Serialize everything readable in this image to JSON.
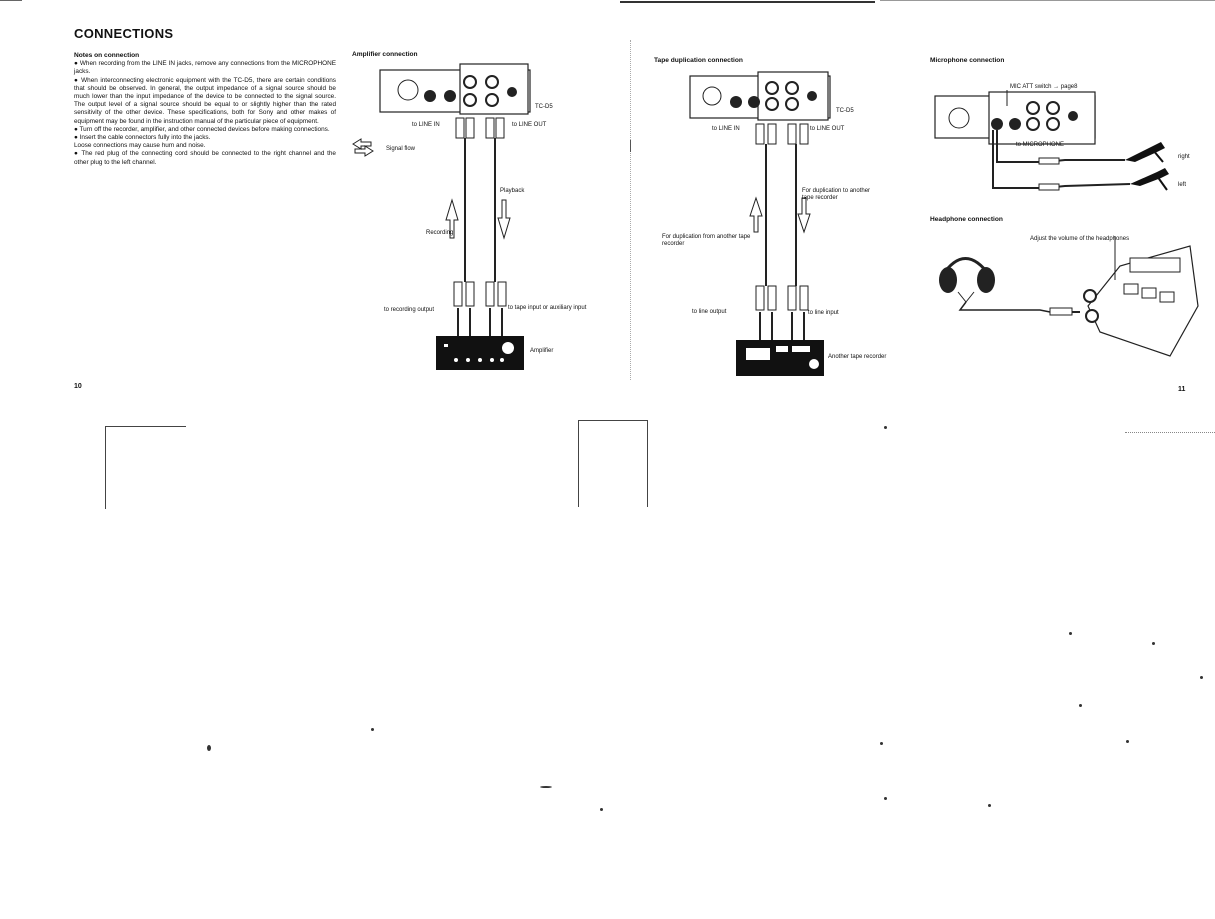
{
  "page_left": {
    "title": "CONNECTIONS",
    "notes_heading": "Notes on connection",
    "notes": [
      "● When recording from the LINE IN jacks, remove any connections from the MICROPHONE jacks.",
      "● When interconnecting electronic equipment with the TC-D5, there are certain conditions that should be observed. In general, the output impedance of a signal source should be much lower than the input impedance of the device to be connected to the signal source. The output level of a signal source should be equal to or slightly higher than the rated sensitivity of the other device. These specifications, both for Sony and other makes of equipment may be found in the instruction manual of the particular piece of equipment.",
      "● Turn off the recorder, amplifier, and other connected devices before making connections.",
      "● Insert the cable connectors fully into the jacks.",
      "Loose connections may cause hum and noise.",
      "● The red plug of the connecting cord should be connected to the right channel and the other plug to the left channel."
    ],
    "page_number": "10",
    "amplifier": {
      "heading": "Amplifier connection",
      "model": "TC-D5",
      "to_line_in": "to LINE IN",
      "to_line_out": "to LINE OUT",
      "signal_flow": "Signal flow",
      "playback": "Playback",
      "recording": "Recording",
      "to_recording_output": "to recording output",
      "to_tape_input": "to tape input or auxiliary input",
      "device": "Amplifier"
    }
  },
  "page_right": {
    "page_number": "11",
    "tape_dup": {
      "heading": "Tape duplication connection",
      "model": "TC-D5",
      "to_line_in": "to LINE IN",
      "to_line_out": "to LINE OUT",
      "dup_to": "For duplication to another tape recorder",
      "dup_from": "For duplication from another tape recorder",
      "to_line_output": "to line output",
      "to_line_input": "to line input",
      "device": "Another tape recorder"
    },
    "microphone": {
      "heading": "Microphone connection",
      "mic_att": "MIC ATT switch → page8",
      "to_microphone": "to MICROPHONE",
      "right": "right",
      "left": "left"
    },
    "headphone": {
      "heading": "Headphone connection",
      "adjust": "Adjust the volume of the headphones"
    }
  }
}
